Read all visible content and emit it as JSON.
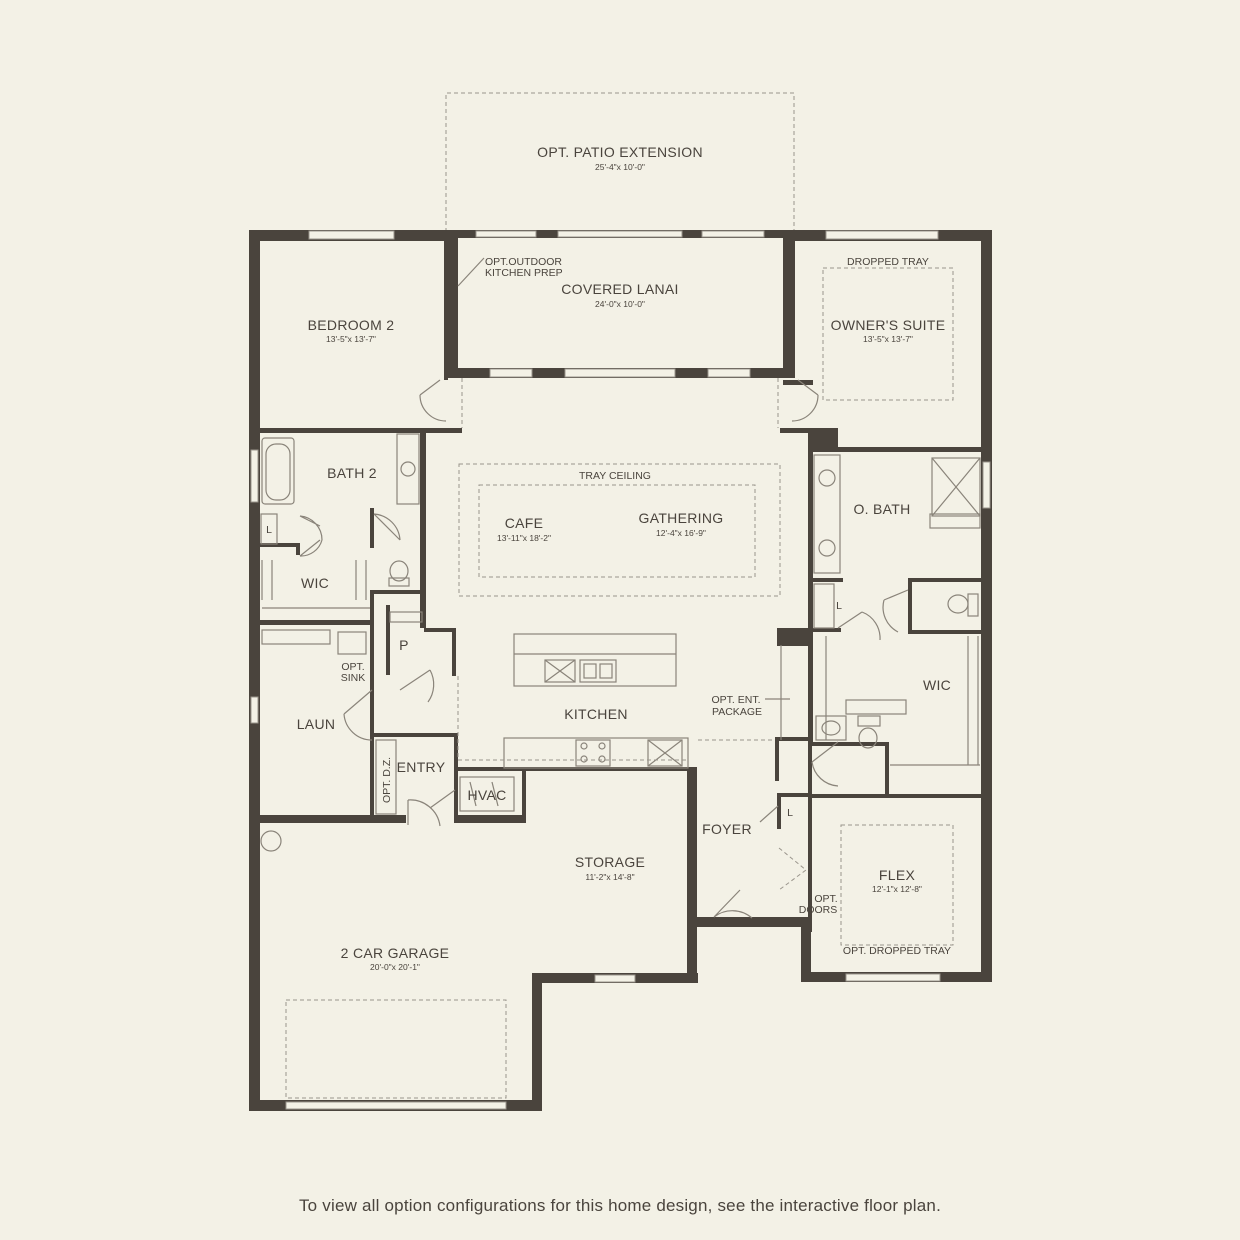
{
  "rooms": {
    "patio_ext": {
      "name": "OPT. PATIO EXTENSION",
      "dim": "25'-4\"x 10'-0\""
    },
    "lanai": {
      "name": "COVERED LANAI",
      "dim": "24'-0\"x 10'-0\""
    },
    "outdoor_kitchen": {
      "line1": "OPT.OUTDOOR",
      "line2": "KITCHEN PREP"
    },
    "bedroom2": {
      "name": "BEDROOM 2",
      "dim": "13'-5\"x 13'-7\""
    },
    "owners_suite": {
      "name": "OWNER'S SUITE",
      "dim": "13'-5\"x 13'-7\""
    },
    "dropped_tray": "DROPPED TRAY",
    "bath2": "BATH 2",
    "wic_left": "WIC",
    "tray_ceiling": "TRAY CEILING",
    "cafe": {
      "name": "CAFE",
      "dim": "13'-11\"x 18'-2\""
    },
    "gathering": {
      "name": "GATHERING",
      "dim": "12'-4\"x 16'-9\""
    },
    "obath": "O. BATH",
    "linen": "L",
    "pantry": "P",
    "opt_sink": {
      "line1": "OPT.",
      "line2": "SINK"
    },
    "laun": "LAUN",
    "kitchen": "KITCHEN",
    "opt_ent": {
      "line1": "OPT. ENT.",
      "line2": "PACKAGE"
    },
    "wic_right": "WIC",
    "entry": "ENTRY",
    "opt_dz": "OPT. D.Z.",
    "hvac": "HVAC",
    "foyer": "FOYER",
    "storage": {
      "name": "STORAGE",
      "dim": "11'-2\"x 14'-8\""
    },
    "flex": {
      "name": "FLEX",
      "dim": "12'-1\"x 12'-8\""
    },
    "opt_doors": {
      "line1": "OPT.",
      "line2": "DOORS"
    },
    "opt_dropped_tray": "OPT. DROPPED TRAY",
    "garage": {
      "name": "2 CAR GARAGE",
      "dim": "20'-0\"x 20'-1\""
    }
  },
  "caption": "To view all option configurations for this home design, see the interactive floor plan."
}
